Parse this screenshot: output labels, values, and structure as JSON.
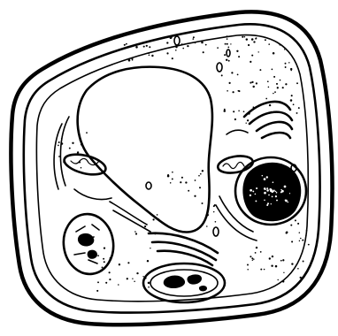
{
  "figure": {
    "subject": "plant-cell",
    "organelles": [
      "cell-wall",
      "cell-membrane",
      "central-vacuole",
      "nucleus",
      "chloroplast",
      "mitochondrion",
      "golgi-apparatus",
      "endoplasmic-reticulum",
      "ribosome"
    ],
    "counts": {
      "chloroplasts": 2,
      "mitochondria": 2,
      "nuclei": 1,
      "golgi_stacks": 2
    },
    "colors": {
      "ink": "#000000",
      "background": "#ffffff"
    }
  }
}
